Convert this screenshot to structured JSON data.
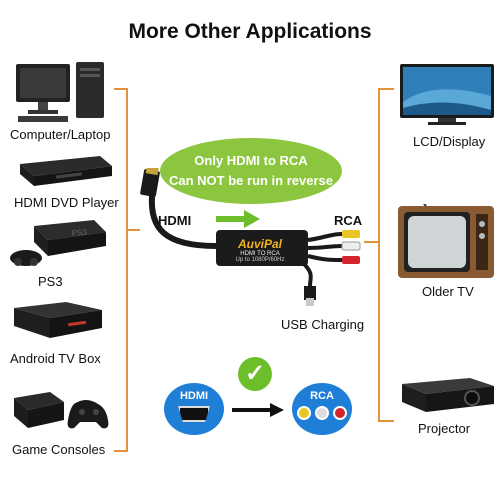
{
  "title": "More Other Applications",
  "left_devices": [
    {
      "label": "Computer/Laptop",
      "icon": "computer-icon"
    },
    {
      "label": "HDMI DVD Player",
      "icon": "dvd-player-icon"
    },
    {
      "label": "PS3",
      "icon": "ps3-console-icon"
    },
    {
      "label": "Android TV Box",
      "icon": "tv-box-icon"
    },
    {
      "label": "Game Consoles",
      "icon": "game-console-icon"
    }
  ],
  "right_devices": [
    {
      "label": "LCD/Display",
      "icon": "lcd-display-icon"
    },
    {
      "label": "Older TV",
      "icon": "old-tv-icon"
    },
    {
      "label": "Projector",
      "icon": "projector-icon"
    }
  ],
  "bubble": {
    "line1": "Only HDMI to RCA",
    "line2": "Can NOT be run in reverse"
  },
  "cable": {
    "hdmi_label": "HDMI",
    "rca_label": "RCA",
    "usb_label": "USB Charging",
    "brand": "AuviPal",
    "model": "HDMI TO RCA",
    "spec": "Up to 1080P/60Hz"
  },
  "flow": {
    "hdmi_badge": "HDMI",
    "rca_badge": "RCA"
  },
  "colors": {
    "bracket": "#e2913a",
    "bubble": "#8cc63f",
    "arrow": "#6cbf2a",
    "badge": "#1f7fd6"
  }
}
